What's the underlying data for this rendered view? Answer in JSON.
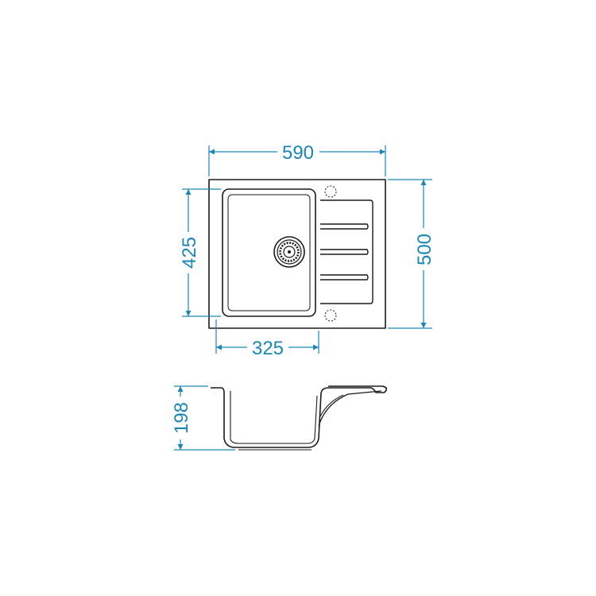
{
  "dimensions": {
    "width": "590",
    "depth": "500",
    "bowl_depth_front": "425",
    "bowl_width": "325",
    "height": "198"
  },
  "colors": {
    "dimension": "#1a86b8",
    "outline": "#1a1a1a",
    "background": "#ffffff"
  },
  "icons": {
    "drain": "drain-strainer-icon",
    "tap_hole": "tap-hole-marker-icon"
  }
}
